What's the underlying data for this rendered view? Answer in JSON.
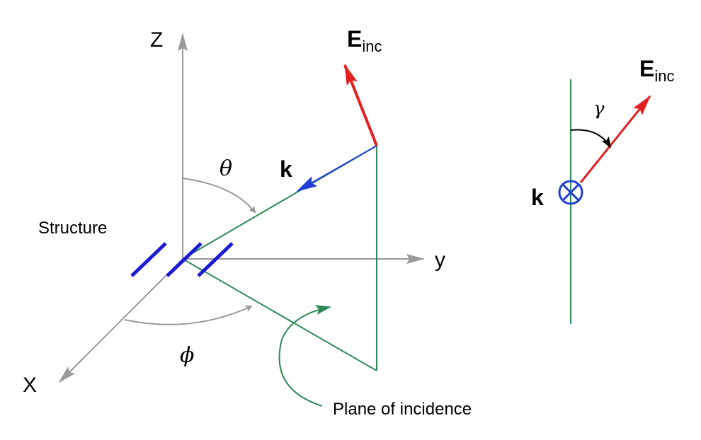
{
  "axes": {
    "z": "Z",
    "y": "y",
    "x": "X"
  },
  "angles": {
    "theta": "θ",
    "phi": "ϕ",
    "gamma": "γ"
  },
  "labels": {
    "k_main": "k",
    "k_side": "k",
    "e_main": "E",
    "e_main_sub": "inc",
    "e_side": "E",
    "e_side_sub": "inc",
    "structure": "Structure",
    "plane": "Plane of incidence"
  },
  "colors": {
    "axis": "#999999",
    "plane_line": "#2e8b57",
    "wave_vector": "#1f3fd6",
    "e_field": "#e32020",
    "structure": "#1a1ad6",
    "arc": "#999999",
    "curve": "#2e8b57"
  }
}
